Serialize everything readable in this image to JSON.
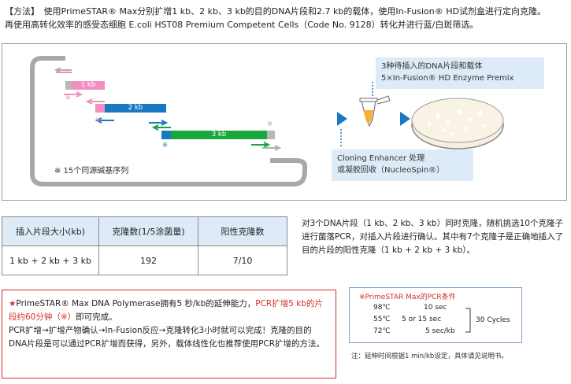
{
  "intro": {
    "line1": "【方法】　使用PrimeSTAR® Max分别扩增1 kb、2 kb、3 kb的目的DNA片段和2.7 kb的载体，使用In-Fusion® HD试剂盒进行定向克隆。",
    "line2": "再使用高转化效率的感受态细胞 E.coli  HST08 Premium Competent Cells（Code No. 9128）转化并进行蓝/白斑筛选。"
  },
  "diagram": {
    "fragments": [
      {
        "label": "1 kb",
        "color": "#f08fc0"
      },
      {
        "label": "2 kb",
        "color": "#1a78c2"
      },
      {
        "label": "3 kb",
        "color": "#1aa83c"
      }
    ],
    "note": "※  15个同源碱基序列",
    "asterisk": "※",
    "callout_top": [
      "3种待插入的DNA片段和载体",
      "5×In-Fusion® HD Enzyme Premix"
    ],
    "callout_bottom": [
      "Cloning Enhancer 处理",
      "或凝胶回收（NucleoSpin®）"
    ],
    "colors": {
      "vector": "#a8a8a8",
      "pink": "#f08fc0",
      "blue": "#1a78c2",
      "green": "#1aa83c",
      "callout": "#dcebf7",
      "triangle": "#1a78c2"
    }
  },
  "table": {
    "headers": [
      "插入片段大小(kb)",
      "克隆数(1/5涂菌量)",
      "阳性克隆数"
    ],
    "rows": [
      [
        "1 kb + 2 kb + 3 kb",
        "192",
        "7/10"
      ]
    ]
  },
  "result": "对3个DNA片段（1 kb、2 kb、3 kb）同时克隆，随机挑选10个克隆子进行菌落PCR，对插入片段进行确认。其中有7个克隆子是正确地插入了目的片段的阳性克隆（1 kb + 2 kb + 3 kb）。",
  "note": {
    "star": "★",
    "part1": "PrimeSTAR® Max DNA Polymerase拥有5 秒/kb的延伸能力，",
    "part2_red": "PCR扩增5 kb的片段约60分钟（※）",
    "part3": "即可完成。",
    "part4": "PCR扩增→扩增产物确认→In-Fusion反应→克隆转化3小时就可以完成！克隆的目的DNA片段是可以通过PCR扩增而获得，另外，载体线性化也推荐使用PCR扩增的方法。"
  },
  "conditions": {
    "title": "※PrimeSTAR Max的PCR条件",
    "rows": [
      [
        "98℃",
        "10 sec"
      ],
      [
        "55℃",
        "5 or 15 sec"
      ],
      [
        "72℃",
        "5 sec/kb"
      ]
    ],
    "cycles": "30 Cycles",
    "footnote": "注：延伸时间根据1 min/kb设定，具体请见说明书。"
  }
}
